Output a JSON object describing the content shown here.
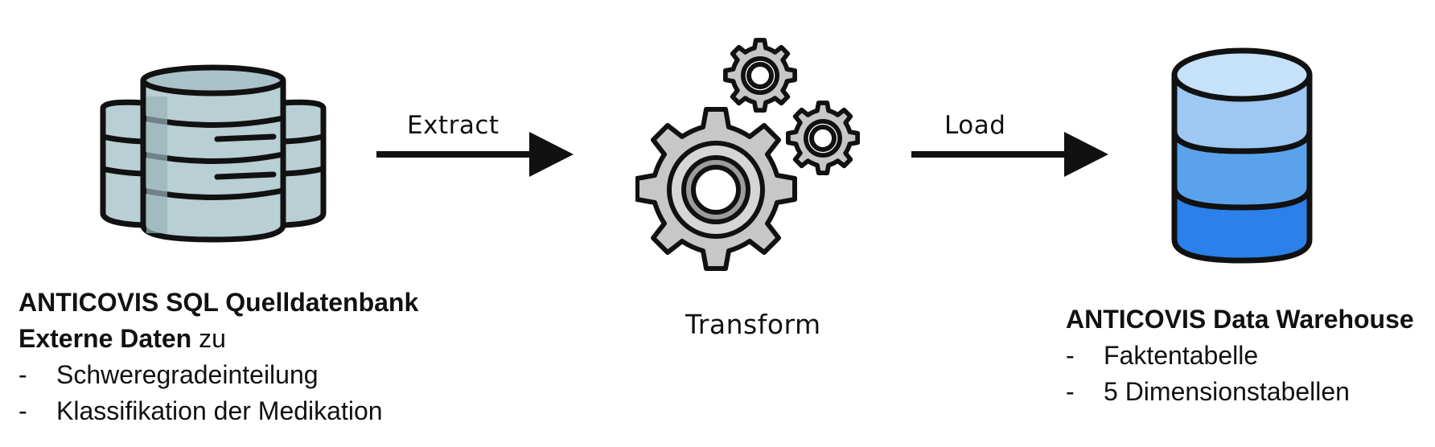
{
  "source": {
    "title": "ANTICOVIS SQL Quelldatenbank",
    "line2_bold": "Externe Daten",
    "line2_rest": " zu",
    "bullets": [
      {
        "dash": "-",
        "text": "Schweregradeinteilung"
      },
      {
        "dash": "-",
        "text": "Klassifikation der Medikation"
      }
    ]
  },
  "arrows": {
    "extract": "Extract",
    "load": "Load"
  },
  "transform": {
    "label": "Transform"
  },
  "target": {
    "title": "ANTICOVIS Data Warehouse",
    "bullets": [
      {
        "dash": "-",
        "text": "Faktentabelle"
      },
      {
        "dash": "-",
        "text": "5 Dimensionstabellen"
      }
    ]
  },
  "colors": {
    "outline": "#111111",
    "server_fill": "#b8cfd3",
    "gear_fill": "#c7c7c7",
    "dw_top": "#9cc8f3",
    "dw_mid": "#5aa3ec",
    "dw_bottom": "#2b80ea"
  }
}
